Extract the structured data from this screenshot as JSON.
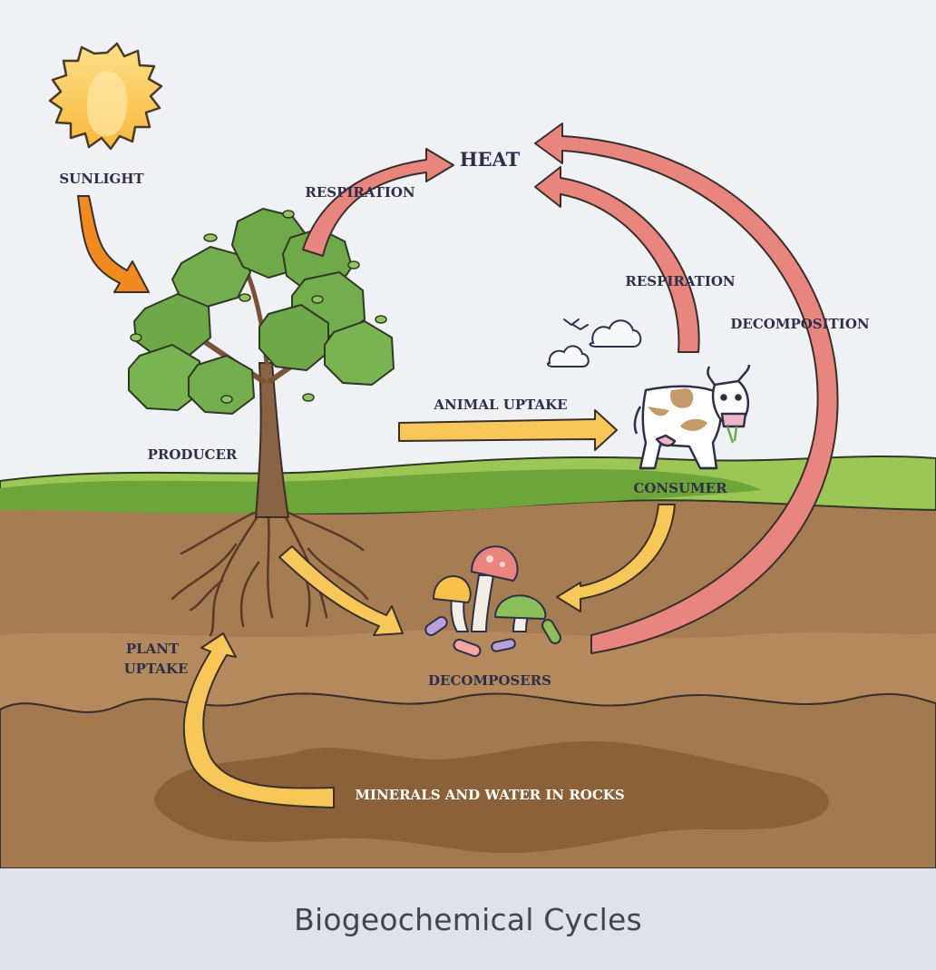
{
  "diagram": {
    "caption": "Biogeochemical Cycles",
    "labels": {
      "sunlight": "SUNLIGHT",
      "heat": "HEAT",
      "respiration_producer": "RESPIRATION",
      "respiration_consumer": "RESPIRATION",
      "decomposition": "DECOMPOSITION",
      "producer": "PRODUCER",
      "animal_uptake": "ANIMAL UPTAKE",
      "consumer": "CONSUMER",
      "plant_uptake_line1": "PLANT",
      "plant_uptake_line2": "UPTAKE",
      "decomposers": "DECOMPOSERS",
      "minerals": "MINERALS AND WATER IN ROCKS"
    },
    "colors": {
      "sun": "#f8c24a",
      "sunlight_arrow": "#f28a22",
      "heat_arrows": "#e8857f",
      "uptake_arrows": "#f8c75a",
      "grass": "#8fc04a",
      "soil_dark": "#a27a52",
      "soil_light": "#b78c62",
      "rock_layer": "#a47a52",
      "minerals_pool": "#8a6138",
      "foliage": "#6fa94a",
      "trunk": "#8a6244"
    }
  }
}
